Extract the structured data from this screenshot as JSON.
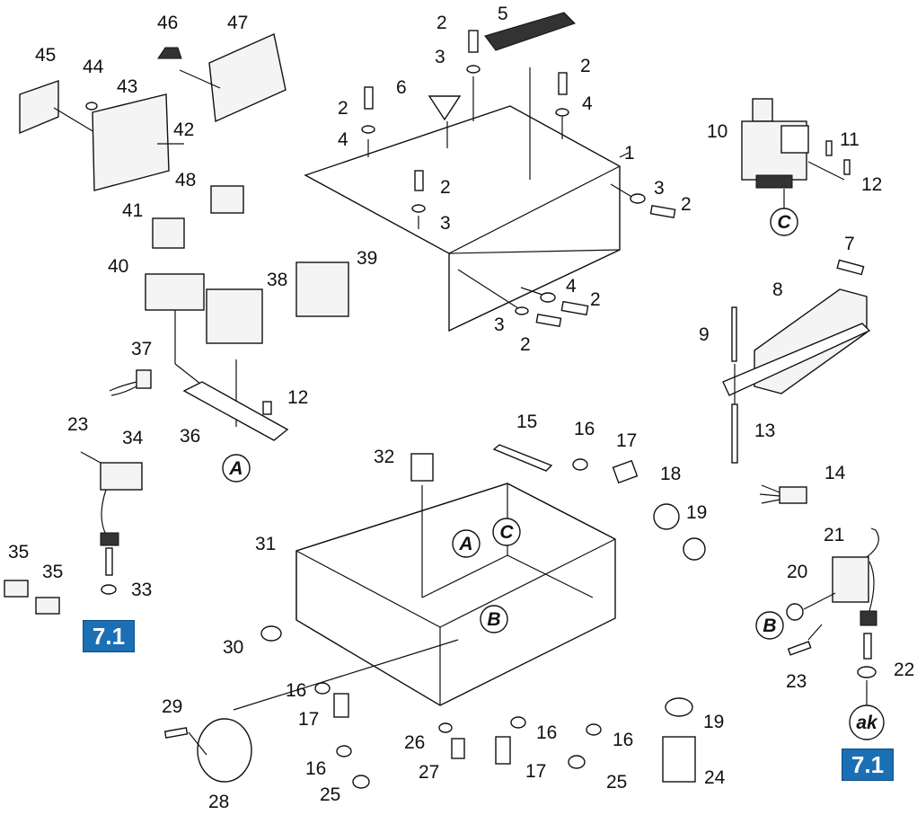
{
  "part_labels": {
    "p1": "1",
    "p2a": "2",
    "p2b": "2",
    "p2c": "2",
    "p2d": "2",
    "p2e": "2",
    "p2f": "2",
    "p2g": "2",
    "p3a": "3",
    "p3b": "3",
    "p3c": "3",
    "p3d": "3",
    "p4a": "4",
    "p4b": "4",
    "p4c": "4",
    "p5": "5",
    "p6": "6",
    "p7": "7",
    "p8": "8",
    "p9": "9",
    "p10": "10",
    "p11": "11",
    "p12a": "12",
    "p12b": "12",
    "p13": "13",
    "p14": "14",
    "p15": "15",
    "p16a": "16",
    "p16b": "16",
    "p16c": "16",
    "p16d": "16",
    "p16e": "16",
    "p17a": "17",
    "p17b": "17",
    "p17c": "17",
    "p18": "18",
    "p19a": "19",
    "p19b": "19",
    "p20": "20",
    "p21": "21",
    "p22": "22",
    "p23a": "23",
    "p23b": "23",
    "p24": "24",
    "p25a": "25",
    "p25b": "25",
    "p26": "26",
    "p27": "27",
    "p28": "28",
    "p29": "29",
    "p30": "30",
    "p31": "31",
    "p32": "32",
    "p33": "33",
    "p34": "34",
    "p35a": "35",
    "p35b": "35",
    "p36": "36",
    "p37": "37",
    "p38": "38",
    "p39": "39",
    "p40": "40",
    "p41": "41",
    "p42": "42",
    "p43": "43",
    "p44": "44",
    "p45": "45",
    "p46": "46",
    "p47": "47",
    "p48": "48"
  },
  "circle_refs": {
    "a_left": "A",
    "a_box": "A",
    "b_box": "B",
    "b_right": "B",
    "c_box": "C",
    "c_transformer": "C",
    "ak": "ak"
  },
  "badges": {
    "left": "7.1",
    "right": "7.1"
  },
  "colors": {
    "badge_bg": "#1a6fb5",
    "badge_text": "#ffffff",
    "line": "#111111"
  }
}
